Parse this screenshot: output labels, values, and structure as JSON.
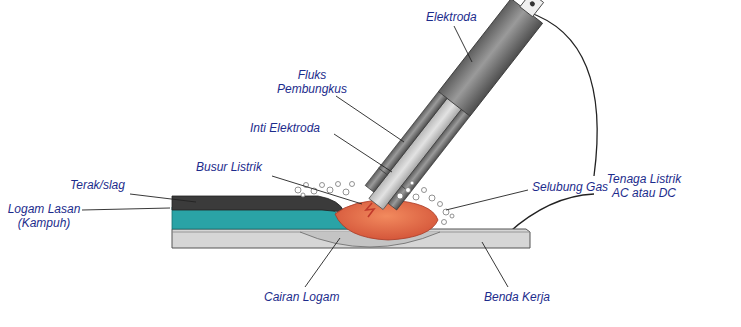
{
  "diagram": {
    "labels": [
      "Elektroda",
      "Fluks Pembungkus",
      "Inti Elektroda",
      "Busur Listrik",
      "Terak/slag",
      "Logam Lasan (Kampuh)",
      "Selubung Gas",
      "Tenaga Listrik AC atau DC",
      "Cairan Logam",
      "Benda Kerja"
    ]
  }
}
